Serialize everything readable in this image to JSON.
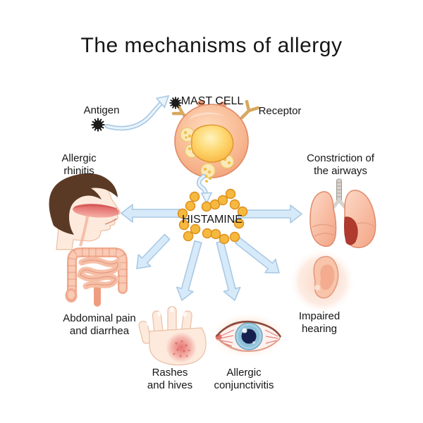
{
  "title": "The mechanisms of allergy",
  "cell": {
    "antigen_label": "Antigen",
    "mast_cell_label": "MAST CELL",
    "receptor_label": "Receptor"
  },
  "mediator": {
    "name": "HISTAMINE"
  },
  "effects": {
    "allergic_rhinitis": {
      "line1": "Allergic",
      "line2": "rhinitis"
    },
    "airway_constriction": {
      "line1": "Constriction of",
      "line2": "the airways"
    },
    "abdominal_pain": {
      "line1": "Abdominal pain",
      "line2": "and diarrhea"
    },
    "rashes_hives": {
      "line1": "Rashes",
      "line2": "and hives"
    },
    "conjunctivitis": {
      "line1": "Allergic",
      "line2": "conjunctivitis"
    },
    "impaired_hearing": {
      "line1": "Impaired",
      "line2": "hearing"
    }
  },
  "illustrations": [
    "antigen-particle",
    "mast-cell",
    "head-profile",
    "lungs",
    "intestines",
    "hand",
    "eye",
    "ear"
  ],
  "colors": {
    "background": "#ffffff",
    "text": "#161616",
    "arrow_fill": "#d7eafa",
    "arrow_stroke": "#a9c9e4",
    "histamine_dot": "#f6b93f",
    "histamine_dot_stroke": "#de8f1b",
    "mast_cell_body": "#f4a77e",
    "mast_cell_nucleus": "#f6ab36",
    "granule": "#fbe9b9",
    "receptor": "#d7a85e",
    "antigen": "#1b1b1b",
    "skin": "#fdeadd",
    "hair_brown": "#5b3a25",
    "inflamed_red": "#b03a2e",
    "organ_pink": "#f2a98e"
  }
}
